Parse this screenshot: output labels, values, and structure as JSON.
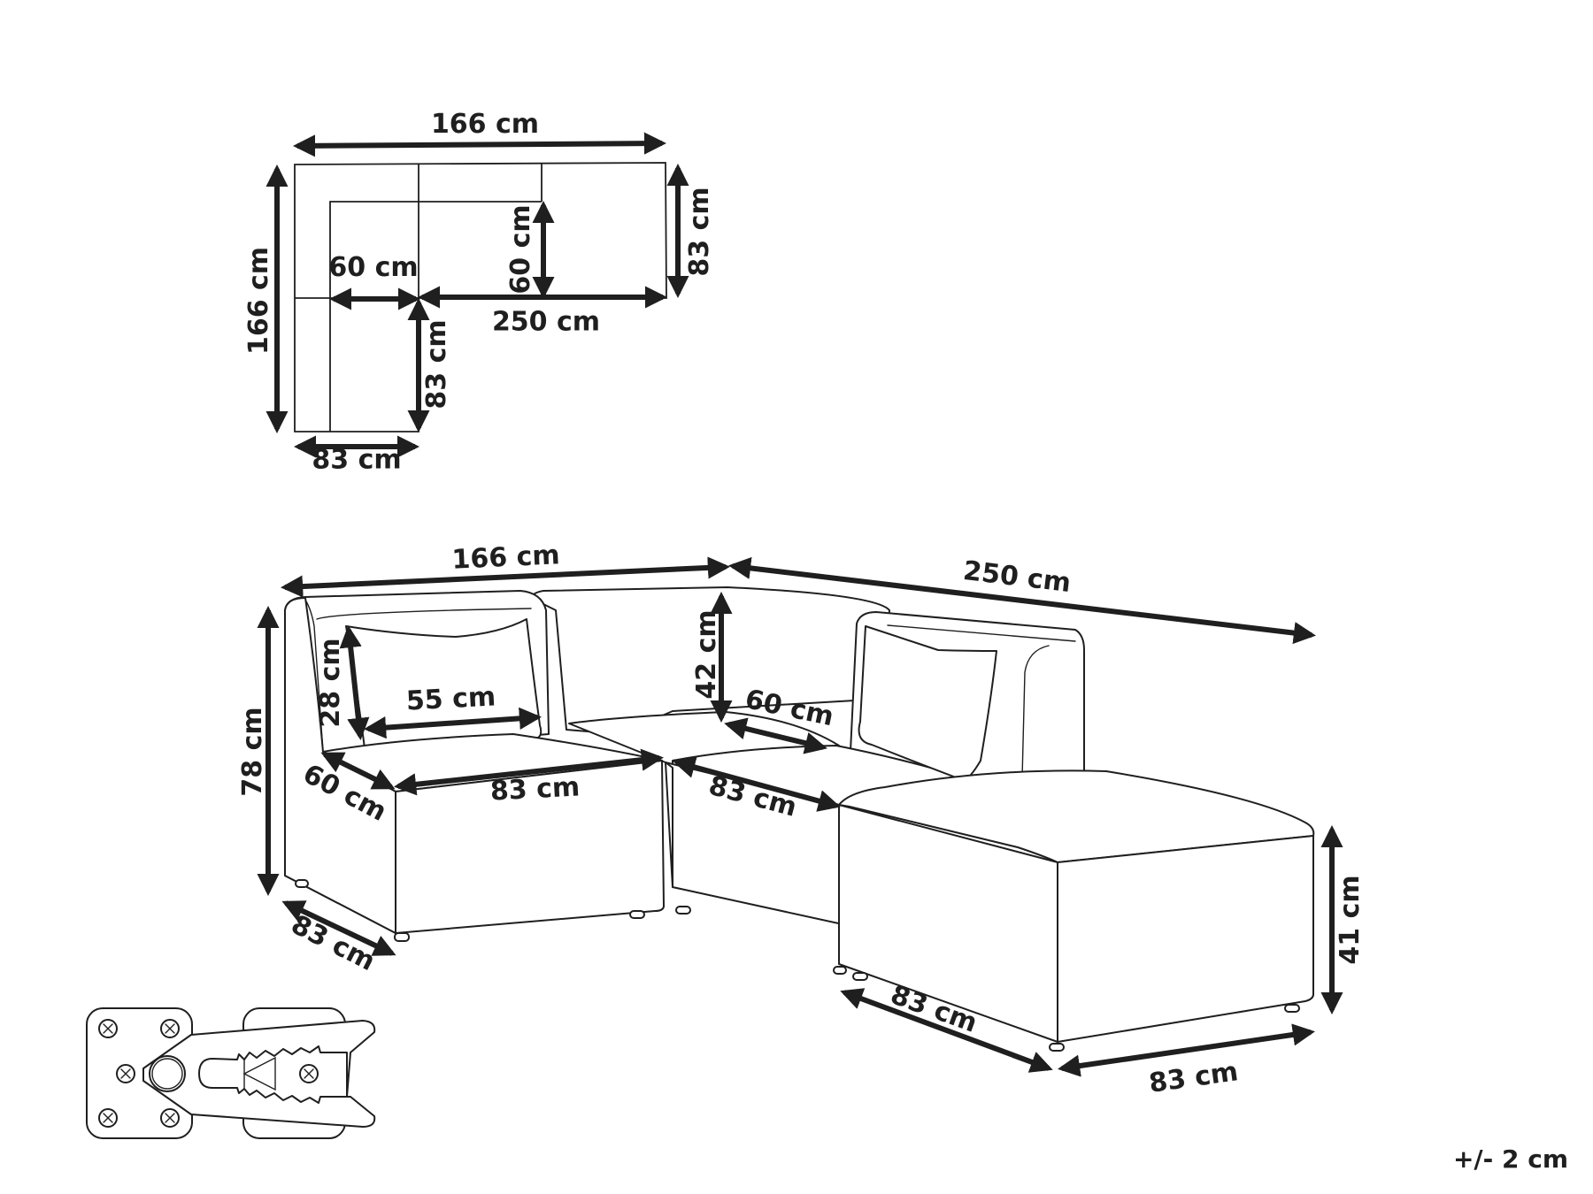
{
  "colors": {
    "line": "#1f1f1f",
    "background": "#ffffff"
  },
  "plan_view": {
    "overall_width": "166 cm",
    "overall_depth_left": "166 cm",
    "right_depth": "83 cm",
    "seat_depth_vertical": "60 cm",
    "seat_depth_horizontal": "60 cm",
    "long_side": "250 cm",
    "short_leg_length": "83 cm",
    "short_leg_width": "83 cm"
  },
  "perspective_view": {
    "overall_width": "166 cm",
    "long_side": "250 cm",
    "height": "78 cm",
    "pillow_height": "28 cm",
    "pillow_width": "55 cm",
    "backrest_height": "42 cm",
    "seat_depth_left": "60 cm",
    "seat_depth_middle": "60 cm",
    "module_width_left": "83 cm",
    "module_width_middle": "83 cm",
    "module_depth_left": "83 cm",
    "ottoman_height": "41 cm",
    "ottoman_depth": "83 cm",
    "ottoman_width": "83 cm"
  },
  "connector": {
    "icon": "connector-clip-icon"
  },
  "tolerance": "+/- 2 cm"
}
